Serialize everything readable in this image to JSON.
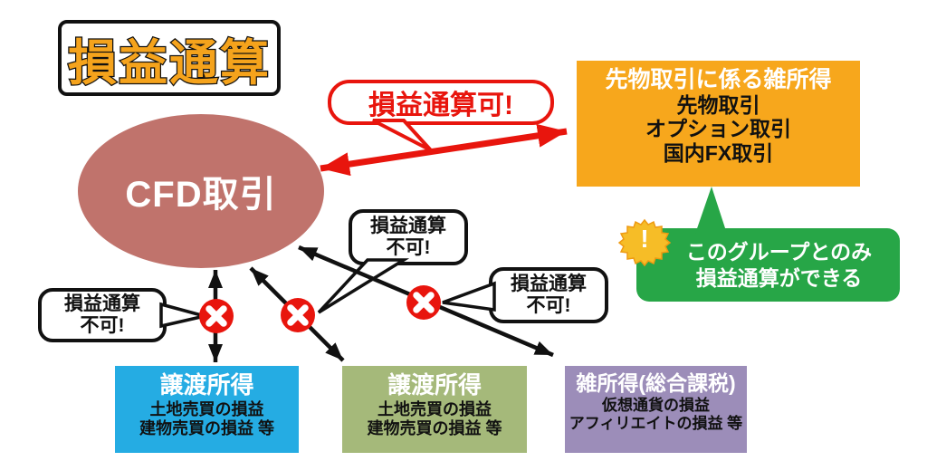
{
  "title": "損益通算",
  "cfd": {
    "label": "CFD取引"
  },
  "ok_bubble": {
    "label": "損益通算可!"
  },
  "futures_box": {
    "heading": "先物取引に係る雑所得",
    "items": [
      "先物取引",
      "オプション取引",
      "国内FX取引"
    ]
  },
  "note_bubble": {
    "badge": "!",
    "line1": "このグループとのみ",
    "line2": "損益通算ができる"
  },
  "no_bubbles": [
    {
      "line1": "損益通算",
      "line2": "不可!"
    },
    {
      "line1": "損益通算",
      "line2": "不可!"
    },
    {
      "line1": "損益通算",
      "line2": "不可!"
    }
  ],
  "bottom_boxes": [
    {
      "heading": "譲渡所得",
      "line1": "土地売買の損益",
      "line2": "建物売買の損益 等",
      "color": "#25ACE3"
    },
    {
      "heading": "譲渡所得",
      "line1": "土地売買の損益",
      "line2": "建物売買の損益 等",
      "color": "#A5B97A"
    },
    {
      "heading": "雑所得(総合課税)",
      "line1": "仮想通貨の損益",
      "line2": "アフィリエイトの損益 等",
      "color": "#9C8DB9"
    }
  ],
  "colors": {
    "red": "#E8150D",
    "orange": "#F7A71C",
    "title_orange": "#F5A31C",
    "ellipse_rose": "#C0736C",
    "green_bubble": "#27A647",
    "blue_box": "#25ACE3",
    "sage_box": "#A5B97A",
    "purple_box": "#9C8DB9",
    "black": "#111111",
    "badge_yellow": "#F6BD27"
  }
}
